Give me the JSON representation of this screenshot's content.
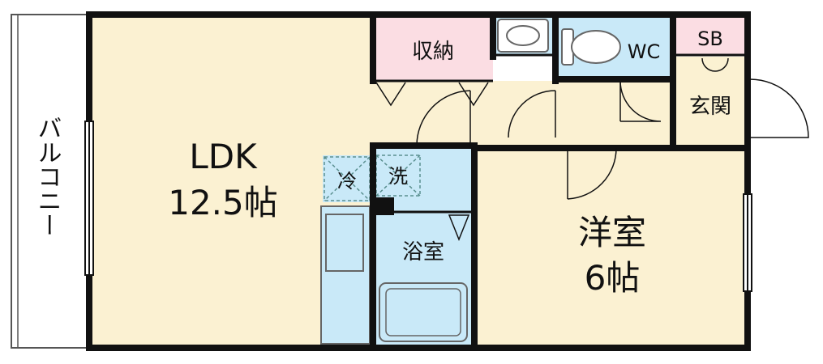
{
  "rooms": {
    "ldk_name": "LDK",
    "ldk_size": "12.5帖",
    "western_name": "洋室",
    "western_size": "6帖",
    "storage": "収納",
    "toilet": "WC",
    "shoe_box": "SB",
    "entrance": "玄関",
    "bathroom": "浴室",
    "fridge": "冷",
    "washer": "洗"
  },
  "balcony": "バルコニー",
  "colors": {
    "floor_living": "#fbf1d2",
    "floor_wet": "#c9e9f8",
    "floor_storage": "#fbdde3",
    "wall": "#111111",
    "stair": "#ffffff"
  }
}
